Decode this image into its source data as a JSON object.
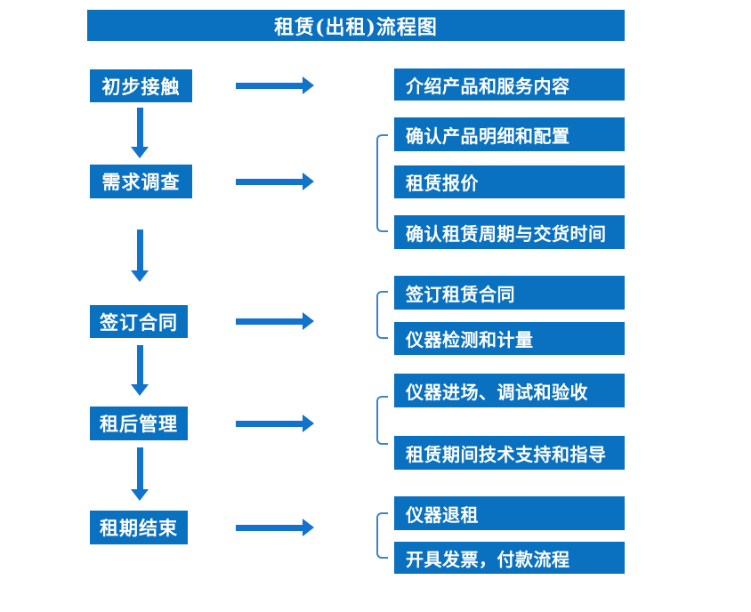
{
  "title": "租赁(出租)流程图",
  "colors": {
    "box_blue": "#0a70c0",
    "arrow_blue": "#1273cc",
    "bracket_blue": "#3d85c6",
    "text_white": "#ffffff"
  },
  "flow": {
    "steps": [
      {
        "label": "初步接触",
        "details": [
          "介绍产品和服务内容"
        ]
      },
      {
        "label": "需求调查",
        "details": [
          "确认产品明细和配置",
          "租赁报价",
          "确认租赁周期与交货时间"
        ]
      },
      {
        "label": "签订合同",
        "details": [
          "签订租赁合同",
          "仪器检测和计量"
        ]
      },
      {
        "label": "租后管理",
        "details": [
          "仪器进场、调试和验收",
          "租赁期间技术支持和指导"
        ]
      },
      {
        "label": "租期结束",
        "details": [
          "仪器退租",
          "开具发票，付款流程"
        ]
      }
    ]
  }
}
